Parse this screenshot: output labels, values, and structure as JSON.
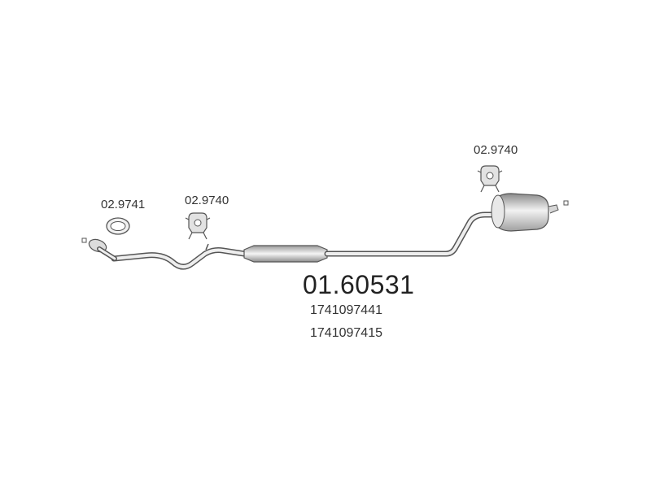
{
  "parts": {
    "gasket_ref": "02.9741",
    "hanger_front_ref": "02.9740",
    "hanger_rear_ref": "02.9740"
  },
  "assembly": {
    "part_number": "01.60531",
    "oe_numbers": [
      "1741097441",
      "1741097415"
    ]
  },
  "colors": {
    "line": "#555555",
    "shade": "#bdbdbd",
    "light": "#e6e6e6"
  }
}
